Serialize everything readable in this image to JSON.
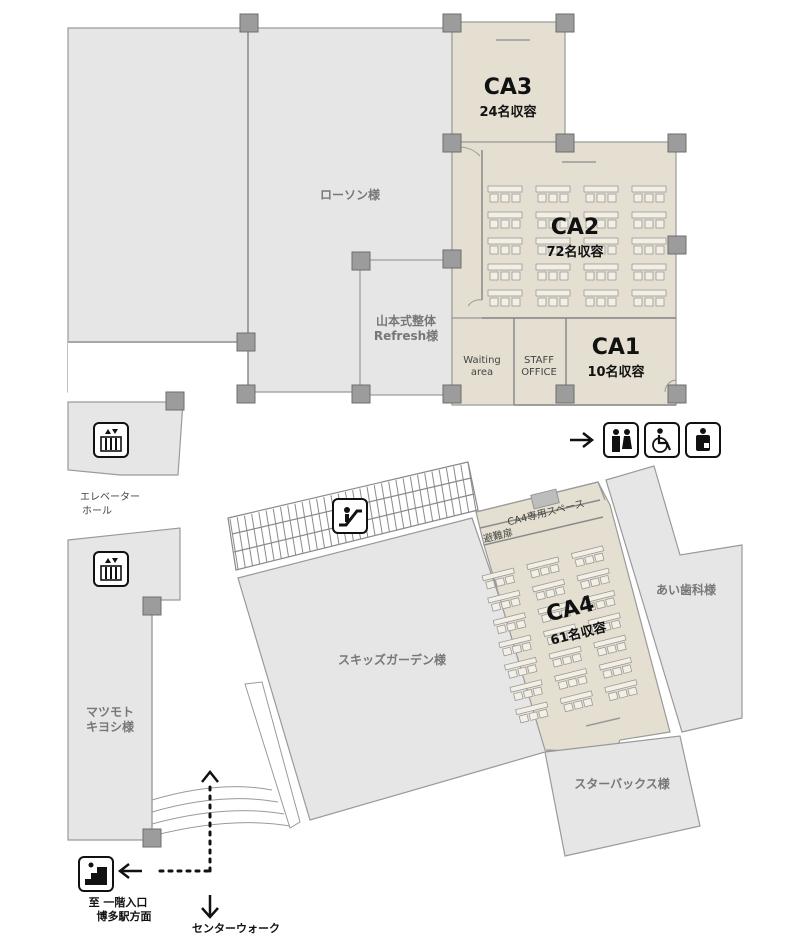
{
  "rooms": {
    "ca3": {
      "name": "CA3",
      "capacity": "24名収容"
    },
    "ca2": {
      "name": "CA2",
      "capacity": "72名収容"
    },
    "ca1": {
      "name": "CA1",
      "capacity": "10名収容"
    },
    "ca4": {
      "name": "CA4",
      "capacity": "61名収容"
    },
    "waiting_l1": "Waiting",
    "waiting_l2": "area",
    "staff_l1": "STAFF",
    "staff_l2": "OFFICE",
    "ca4_space": "CA4専用スペース",
    "evac_route": "避難扉"
  },
  "tenants": {
    "lawson": "ローソン様",
    "yamamoto_l1": "山本式整体",
    "yamamoto_l2": "Refresh様",
    "elevator_l1": "エレベーター",
    "elevator_l2": "ホール",
    "matsumoto_l1": "マツモト",
    "matsumoto_l2": "キヨシ様",
    "skids": "スキッズガーデン様",
    "ai_dental": "あい歯科様",
    "starbucks": "スターバックス様"
  },
  "navigation": {
    "exit_l1": "至 一階入口",
    "exit_l2": "博多駅方面",
    "center_walk": "センターウォーク"
  },
  "icons": {
    "elevator": "elevator-icon",
    "escalator": "escalator-icon",
    "restroom": "restroom-icon",
    "accessible": "wheelchair-icon",
    "multipurpose": "multipurpose-toilet-icon",
    "stairs": "stairs-icon"
  },
  "colors": {
    "room_fill": "#e4dfd0",
    "tenant_fill": "#e6e6e6",
    "wall": "#8a8a8a",
    "pillar": "#9c9c9c",
    "text": "#111111"
  }
}
